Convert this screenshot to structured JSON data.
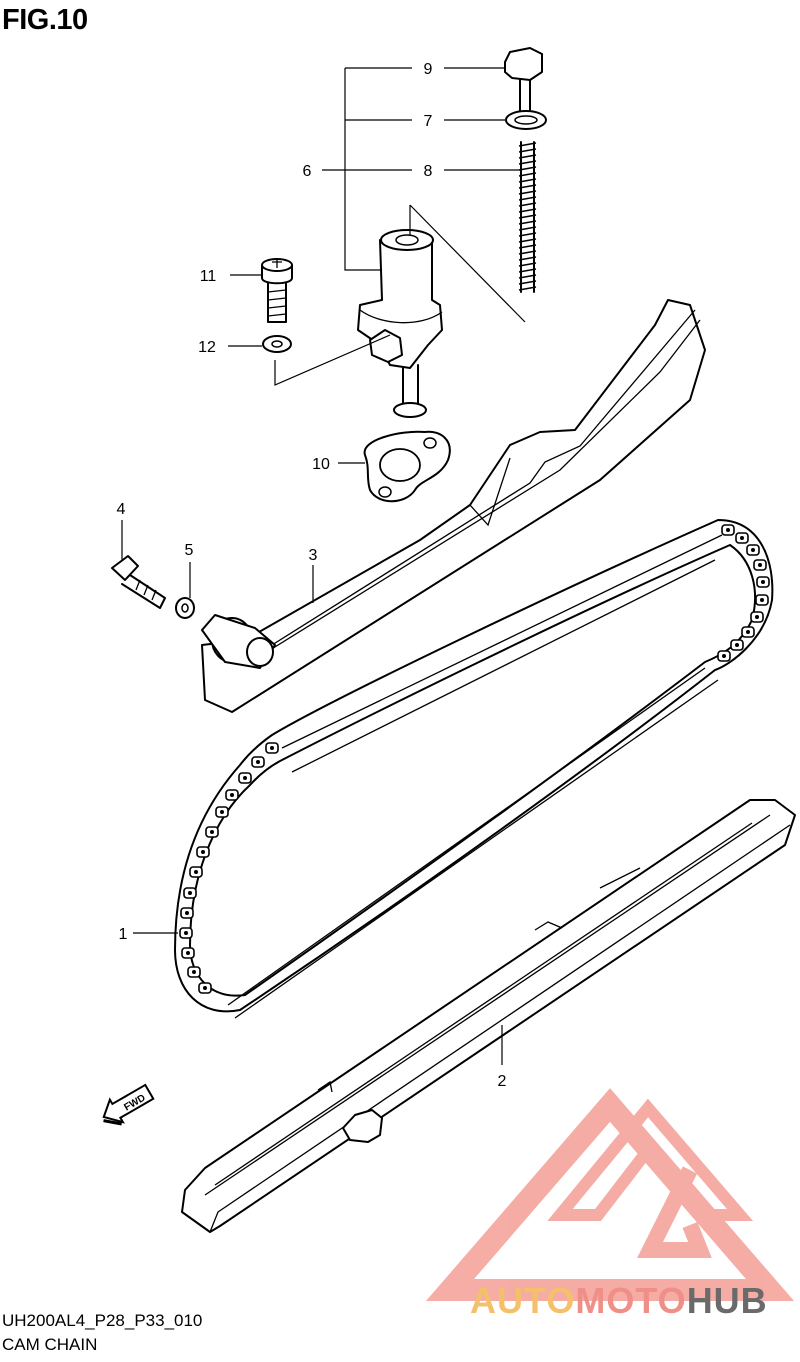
{
  "figure": {
    "title": "FIG.10"
  },
  "callouts": [
    {
      "id": "9",
      "label": "9"
    },
    {
      "id": "7",
      "label": "7"
    },
    {
      "id": "6",
      "label": "6"
    },
    {
      "id": "8",
      "label": "8"
    },
    {
      "id": "11",
      "label": "11"
    },
    {
      "id": "12",
      "label": "12"
    },
    {
      "id": "10",
      "label": "10"
    },
    {
      "id": "4",
      "label": "4"
    },
    {
      "id": "5",
      "label": "5"
    },
    {
      "id": "3",
      "label": "3"
    },
    {
      "id": "1",
      "label": "1"
    },
    {
      "id": "2",
      "label": "2"
    }
  ],
  "direction_badge": {
    "label": "FWD"
  },
  "footer": {
    "code": "UH200AL4_P28_P33_010",
    "caption": "CAM CHAIN"
  },
  "watermark": {
    "part1": "AUTO",
    "part2": "MOTO",
    "part3": "HUB",
    "colors": {
      "auto": "#f4c06a",
      "moto": "#f08f88",
      "hub": "#6a6a6a",
      "triangle": "#f4a49c"
    }
  }
}
